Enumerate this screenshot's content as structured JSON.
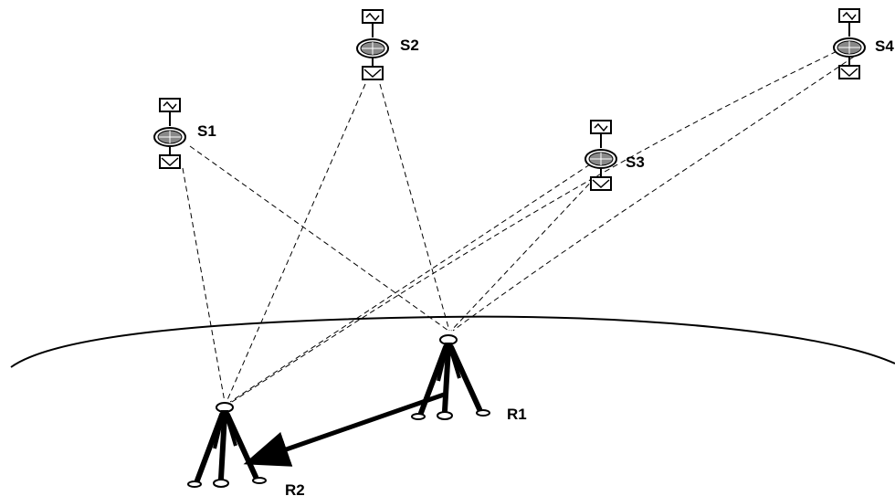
{
  "satellites": [
    {
      "id": "s1",
      "label": "S1"
    },
    {
      "id": "s2",
      "label": "S2"
    },
    {
      "id": "s3",
      "label": "S3"
    },
    {
      "id": "s4",
      "label": "S4"
    }
  ],
  "receivers": [
    {
      "id": "r1",
      "label": "R1"
    },
    {
      "id": "r2",
      "label": "R2"
    }
  ],
  "colors": {
    "ink": "#000000",
    "background": "#ffffff"
  }
}
